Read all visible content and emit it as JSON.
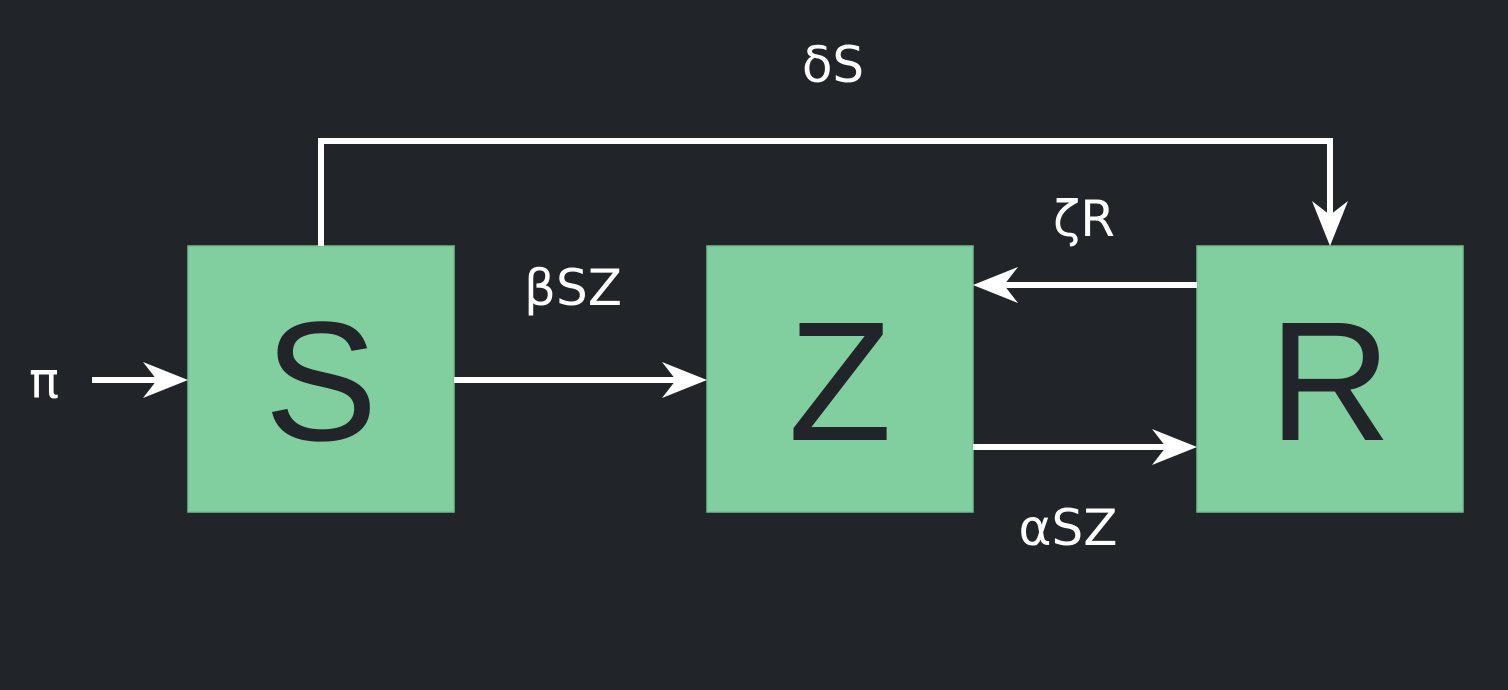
{
  "colors": {
    "background": "#212529",
    "box_fill": "#81cf9e",
    "box_text": "#212529",
    "arrow": "#ffffff",
    "label_text": "#ffffff"
  },
  "nodes": {
    "S": "S",
    "Z": "Z",
    "R": "R"
  },
  "edges": {
    "inflow": "π",
    "s_to_z": "βSZ",
    "z_to_r": "αSZ",
    "r_to_z": "ζR",
    "s_to_r": "δS"
  }
}
